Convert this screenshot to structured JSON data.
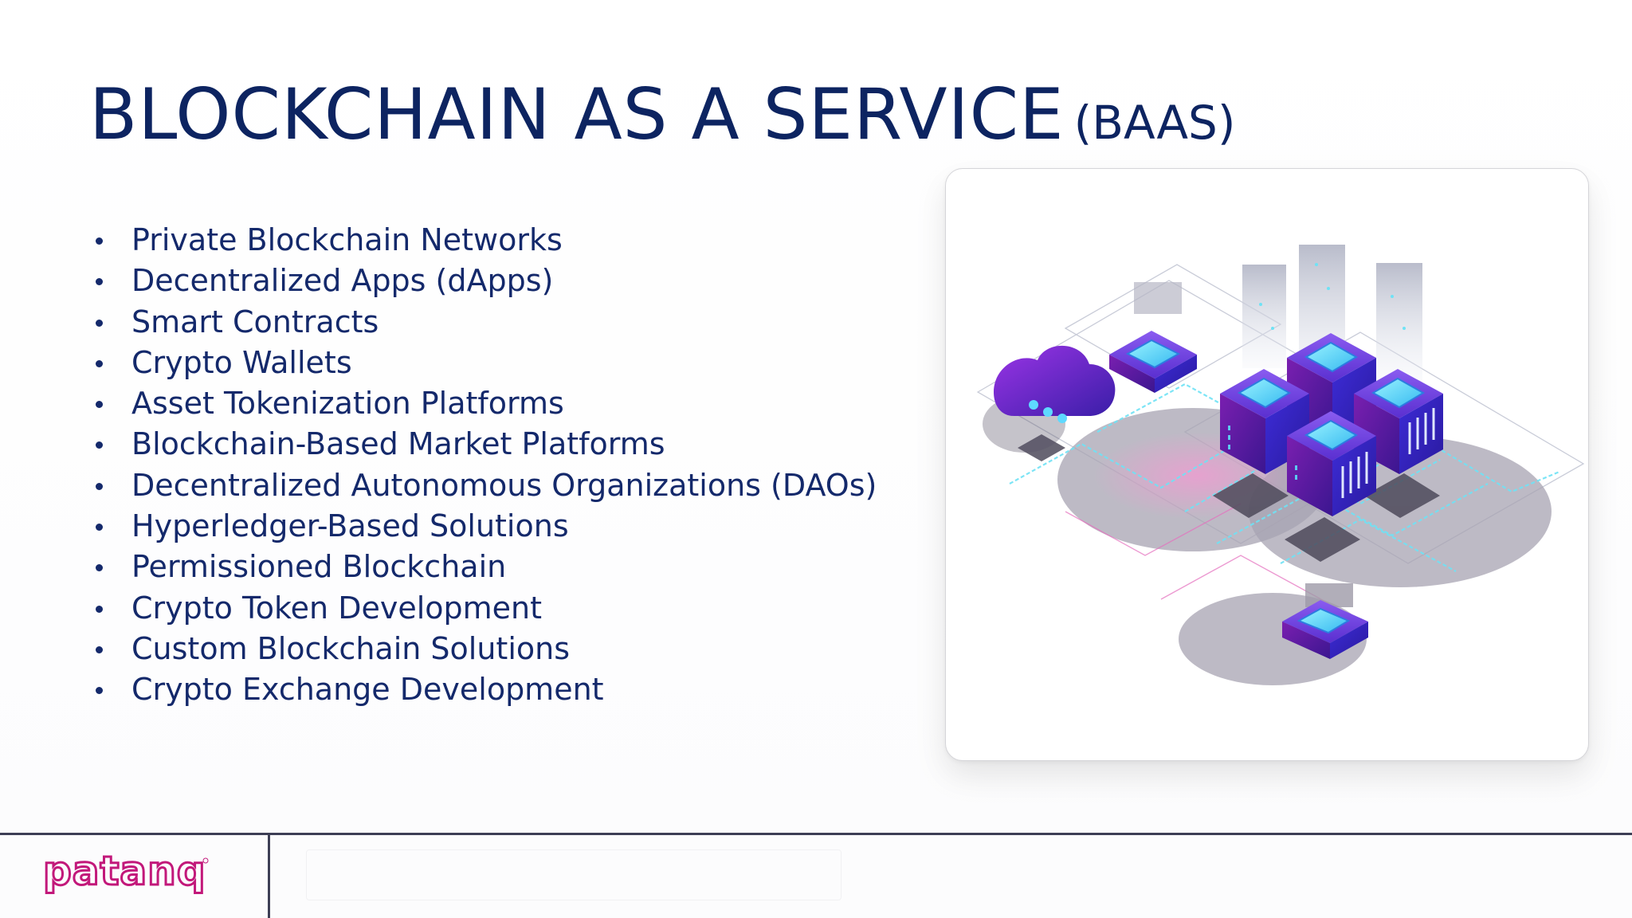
{
  "slide": {
    "title": "BLOCKCHAIN AS A SERVICE",
    "title_suffix": "(BAAS)",
    "bullets": [
      "Private Blockchain Networks",
      "Decentralized Apps (dApps)",
      "Smart Contracts",
      "Crypto Wallets",
      "Asset Tokenization Platforms",
      "Blockchain-Based Market Platforms",
      "Decentralized Autonomous Organizations (DAOs)",
      "Hyperledger-Based Solutions",
      "Permissioned Blockchain",
      "Crypto Token Development",
      "Custom Blockchain Solutions",
      "Crypto Exchange Development"
    ]
  },
  "footer": {
    "logo_text": "patanq"
  },
  "colors": {
    "title": "#0d2461",
    "bullet_text": "#14296b",
    "logo": "#c2187a",
    "server_purple": "#4a1fb8",
    "server_screen": "#41c8f5",
    "footer_line": "#3d3f55"
  },
  "illustration": {
    "icon": "blockchain-cloud-servers-illustration"
  }
}
